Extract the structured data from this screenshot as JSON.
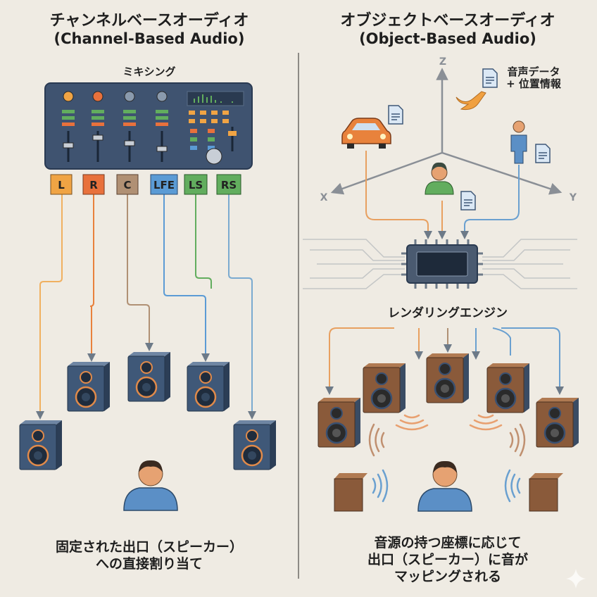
{
  "left": {
    "title_ja": "チャンネルベースオーディオ",
    "title_en": "(Channel-Based Audio)",
    "mixer_label": "ミキシング",
    "channels": [
      {
        "label": "L",
        "color": "#f0a444"
      },
      {
        "label": "R",
        "color": "#e8713c"
      },
      {
        "label": "C",
        "color": "#b09074"
      },
      {
        "label": "LFE",
        "color": "#5b9bd5"
      },
      {
        "label": "LS",
        "color": "#62ad5e"
      },
      {
        "label": "RS",
        "color": "#62ad5e"
      }
    ],
    "caption_line1": "固定された出口（スピーカー）",
    "caption_line2": "への直接割り当て"
  },
  "right": {
    "title_ja": "オブジェクトベースオーディオ",
    "title_en": "(Object-Based Audio)",
    "axes": {
      "z": "Z",
      "x": "X",
      "y": "Y"
    },
    "metadata_line1": "音声データ",
    "metadata_line2": "+ 位置情報",
    "engine_label": "レンダリングエンジン",
    "caption_line1": "音源の持つ座標に応じて",
    "caption_line2": "出口（スピーカー）に音が",
    "caption_line3": "マッピングされる"
  },
  "colors": {
    "background": "#efebe3",
    "mixer": "#3f5370",
    "speaker": "#3f5878",
    "speaker_brown": "#8a5a3a",
    "accent_orange": "#e8893c"
  }
}
